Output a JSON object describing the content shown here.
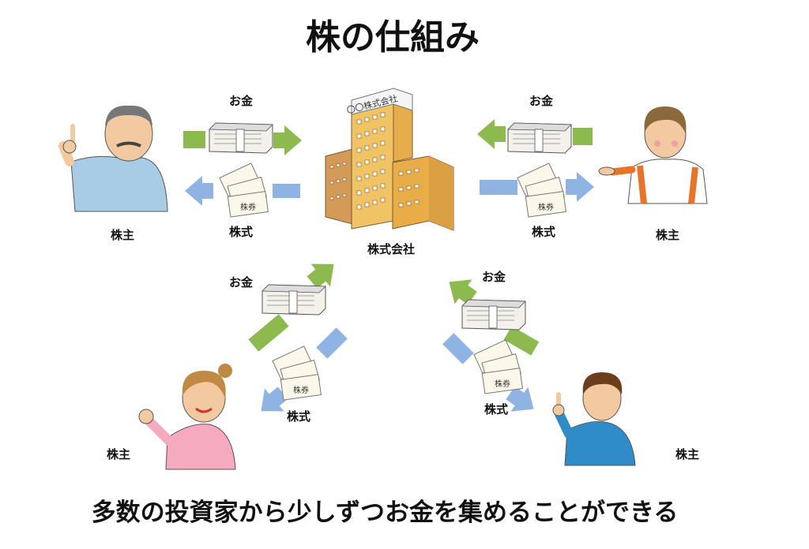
{
  "title": "株の仕組み",
  "caption": "多数の投資家から少しずつお金を集めることができる",
  "company": {
    "label": "株式会社",
    "sign": "〇〇株式会社"
  },
  "flows": {
    "money_label": "お金",
    "stock_label": "株式",
    "certificate_text": "株券"
  },
  "shareholders": [
    {
      "id": "top-left",
      "label": "株主"
    },
    {
      "id": "top-right",
      "label": "株主"
    },
    {
      "id": "bottom-left",
      "label": "株主"
    },
    {
      "id": "bottom-right",
      "label": "株主"
    }
  ],
  "colors": {
    "money_arrow": "#8cba4f",
    "stock_arrow": "#8fb3e2",
    "building": "#e8b04a"
  }
}
